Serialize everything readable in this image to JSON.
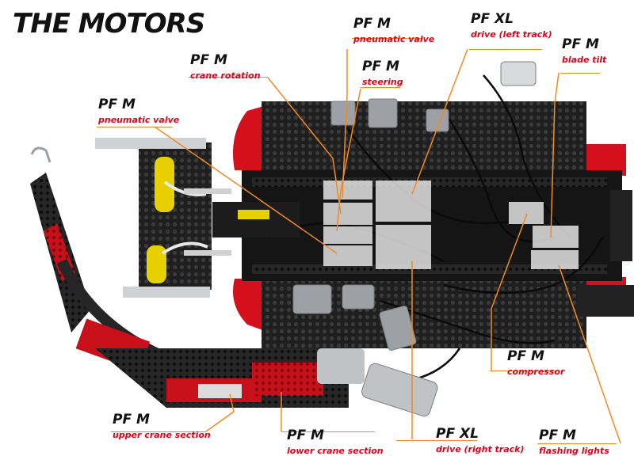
{
  "heading": "THE MOTORS",
  "labels": [
    {
      "model": "PF M",
      "function": "pneumatic valve"
    },
    {
      "model": "PF XL",
      "function": "drive (left track)"
    },
    {
      "model": "PF M",
      "function": "crane rotation"
    },
    {
      "model": "PF M",
      "function": "steering"
    },
    {
      "model": "PF M",
      "function": "blade tilt"
    },
    {
      "model": "PF M",
      "function": "pneumatic valve"
    },
    {
      "model": "PF M",
      "function": "compressor"
    },
    {
      "model": "PF M",
      "function": "upper crane section"
    },
    {
      "model": "PF M",
      "function": "lower crane section"
    },
    {
      "model": "PF XL",
      "function": "drive (right track)"
    },
    {
      "model": "PF M",
      "function": "flashing lights"
    }
  ],
  "colors": {
    "callout_line": "#f08a24",
    "function_text": "#e2001a",
    "title_text": "#111111",
    "chassis": "#1c1c1c",
    "red_parts": "#d4101c",
    "motor_grey": "#b9bcbf"
  }
}
